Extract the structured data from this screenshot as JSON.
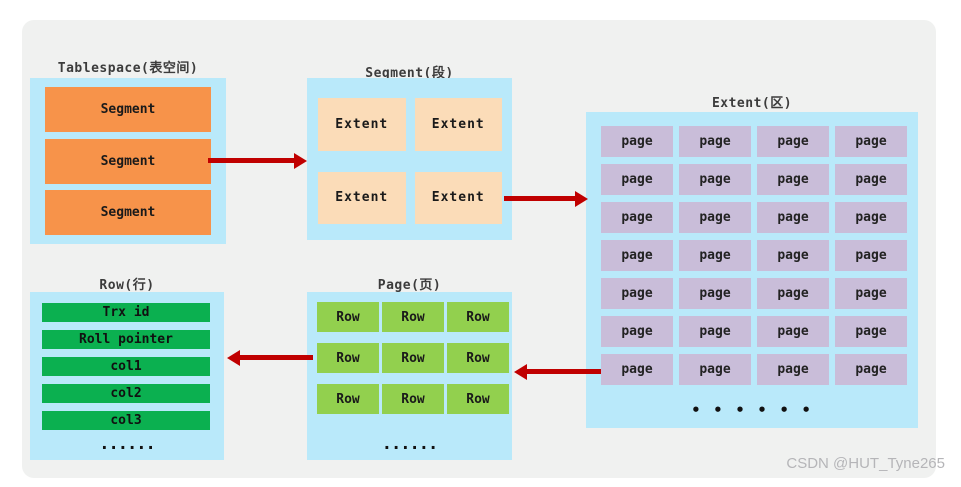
{
  "watermark": "CSDN @HUT_Tyne265",
  "colors": {
    "panel_bg": "#f0f1f0",
    "container_blue": "#b9e9fa",
    "segment_orange": "#f7934a",
    "extent_peach": "#fbdcb8",
    "page_lavender": "#c9bdd9",
    "row_green": "#92d04e",
    "field_green": "#0bb050",
    "arrow_red": "#c00000",
    "title_gray": "#3c3c3c"
  },
  "tablespace": {
    "title": "Tablespace(表空间)",
    "items": [
      "Segment",
      "Segment",
      "Segment"
    ]
  },
  "segment": {
    "title": "Segment(段)",
    "items": [
      "Extent",
      "Extent",
      "Extent",
      "Extent"
    ]
  },
  "extent": {
    "title": "Extent(区)",
    "cell": "page",
    "rows": 7,
    "cols": 4,
    "ellipsis": "• • • • • •"
  },
  "page": {
    "title": "Page(页)",
    "cell": "Row",
    "rows": 3,
    "cols": 3,
    "ellipsis": "......"
  },
  "row": {
    "title": "Row(行)",
    "items": [
      "Trx id",
      "Roll pointer",
      "col1",
      "col2",
      "col3"
    ],
    "ellipsis": "......"
  },
  "arrows": [
    {
      "name": "tablespace-to-segment",
      "direction": "right"
    },
    {
      "name": "segment-to-extent",
      "direction": "right"
    },
    {
      "name": "extent-to-page",
      "direction": "left"
    },
    {
      "name": "page-to-row",
      "direction": "left"
    }
  ]
}
